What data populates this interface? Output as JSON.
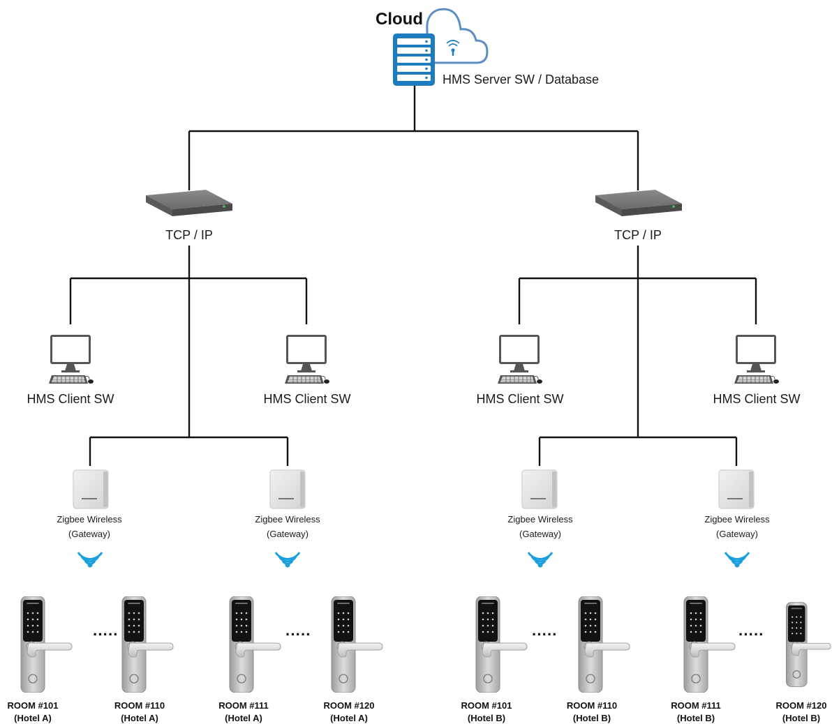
{
  "diagram": {
    "cloud_title": "Cloud",
    "server_label": "HMS Server SW / Database",
    "switch_label": "TCP / IP",
    "client_label": "HMS Client SW",
    "gateway_label_line1": "Zigbee Wireless",
    "gateway_label_line2": "(Gateway)",
    "ellipsis": "·····",
    "colors": {
      "line": "#111111",
      "server_blue": "#1e7bbd",
      "cloud_outline": "#5b8ec4",
      "wifi_blue": "#1aa0dc",
      "device_gray": "#6f6f6f"
    }
  },
  "rooms": [
    {
      "room": "ROOM #101",
      "hotel": "(Hotel A)"
    },
    {
      "room": "ROOM #110",
      "hotel": "(Hotel A)"
    },
    {
      "room": "ROOM #111",
      "hotel": "(Hotel A)"
    },
    {
      "room": "ROOM #120",
      "hotel": "(Hotel A)"
    },
    {
      "room": "ROOM #101",
      "hotel": "(Hotel B)"
    },
    {
      "room": "ROOM #110",
      "hotel": "(Hotel B)"
    },
    {
      "room": "ROOM #111",
      "hotel": "(Hotel B)"
    },
    {
      "room": "ROOM #120",
      "hotel": "(Hotel B)"
    }
  ]
}
